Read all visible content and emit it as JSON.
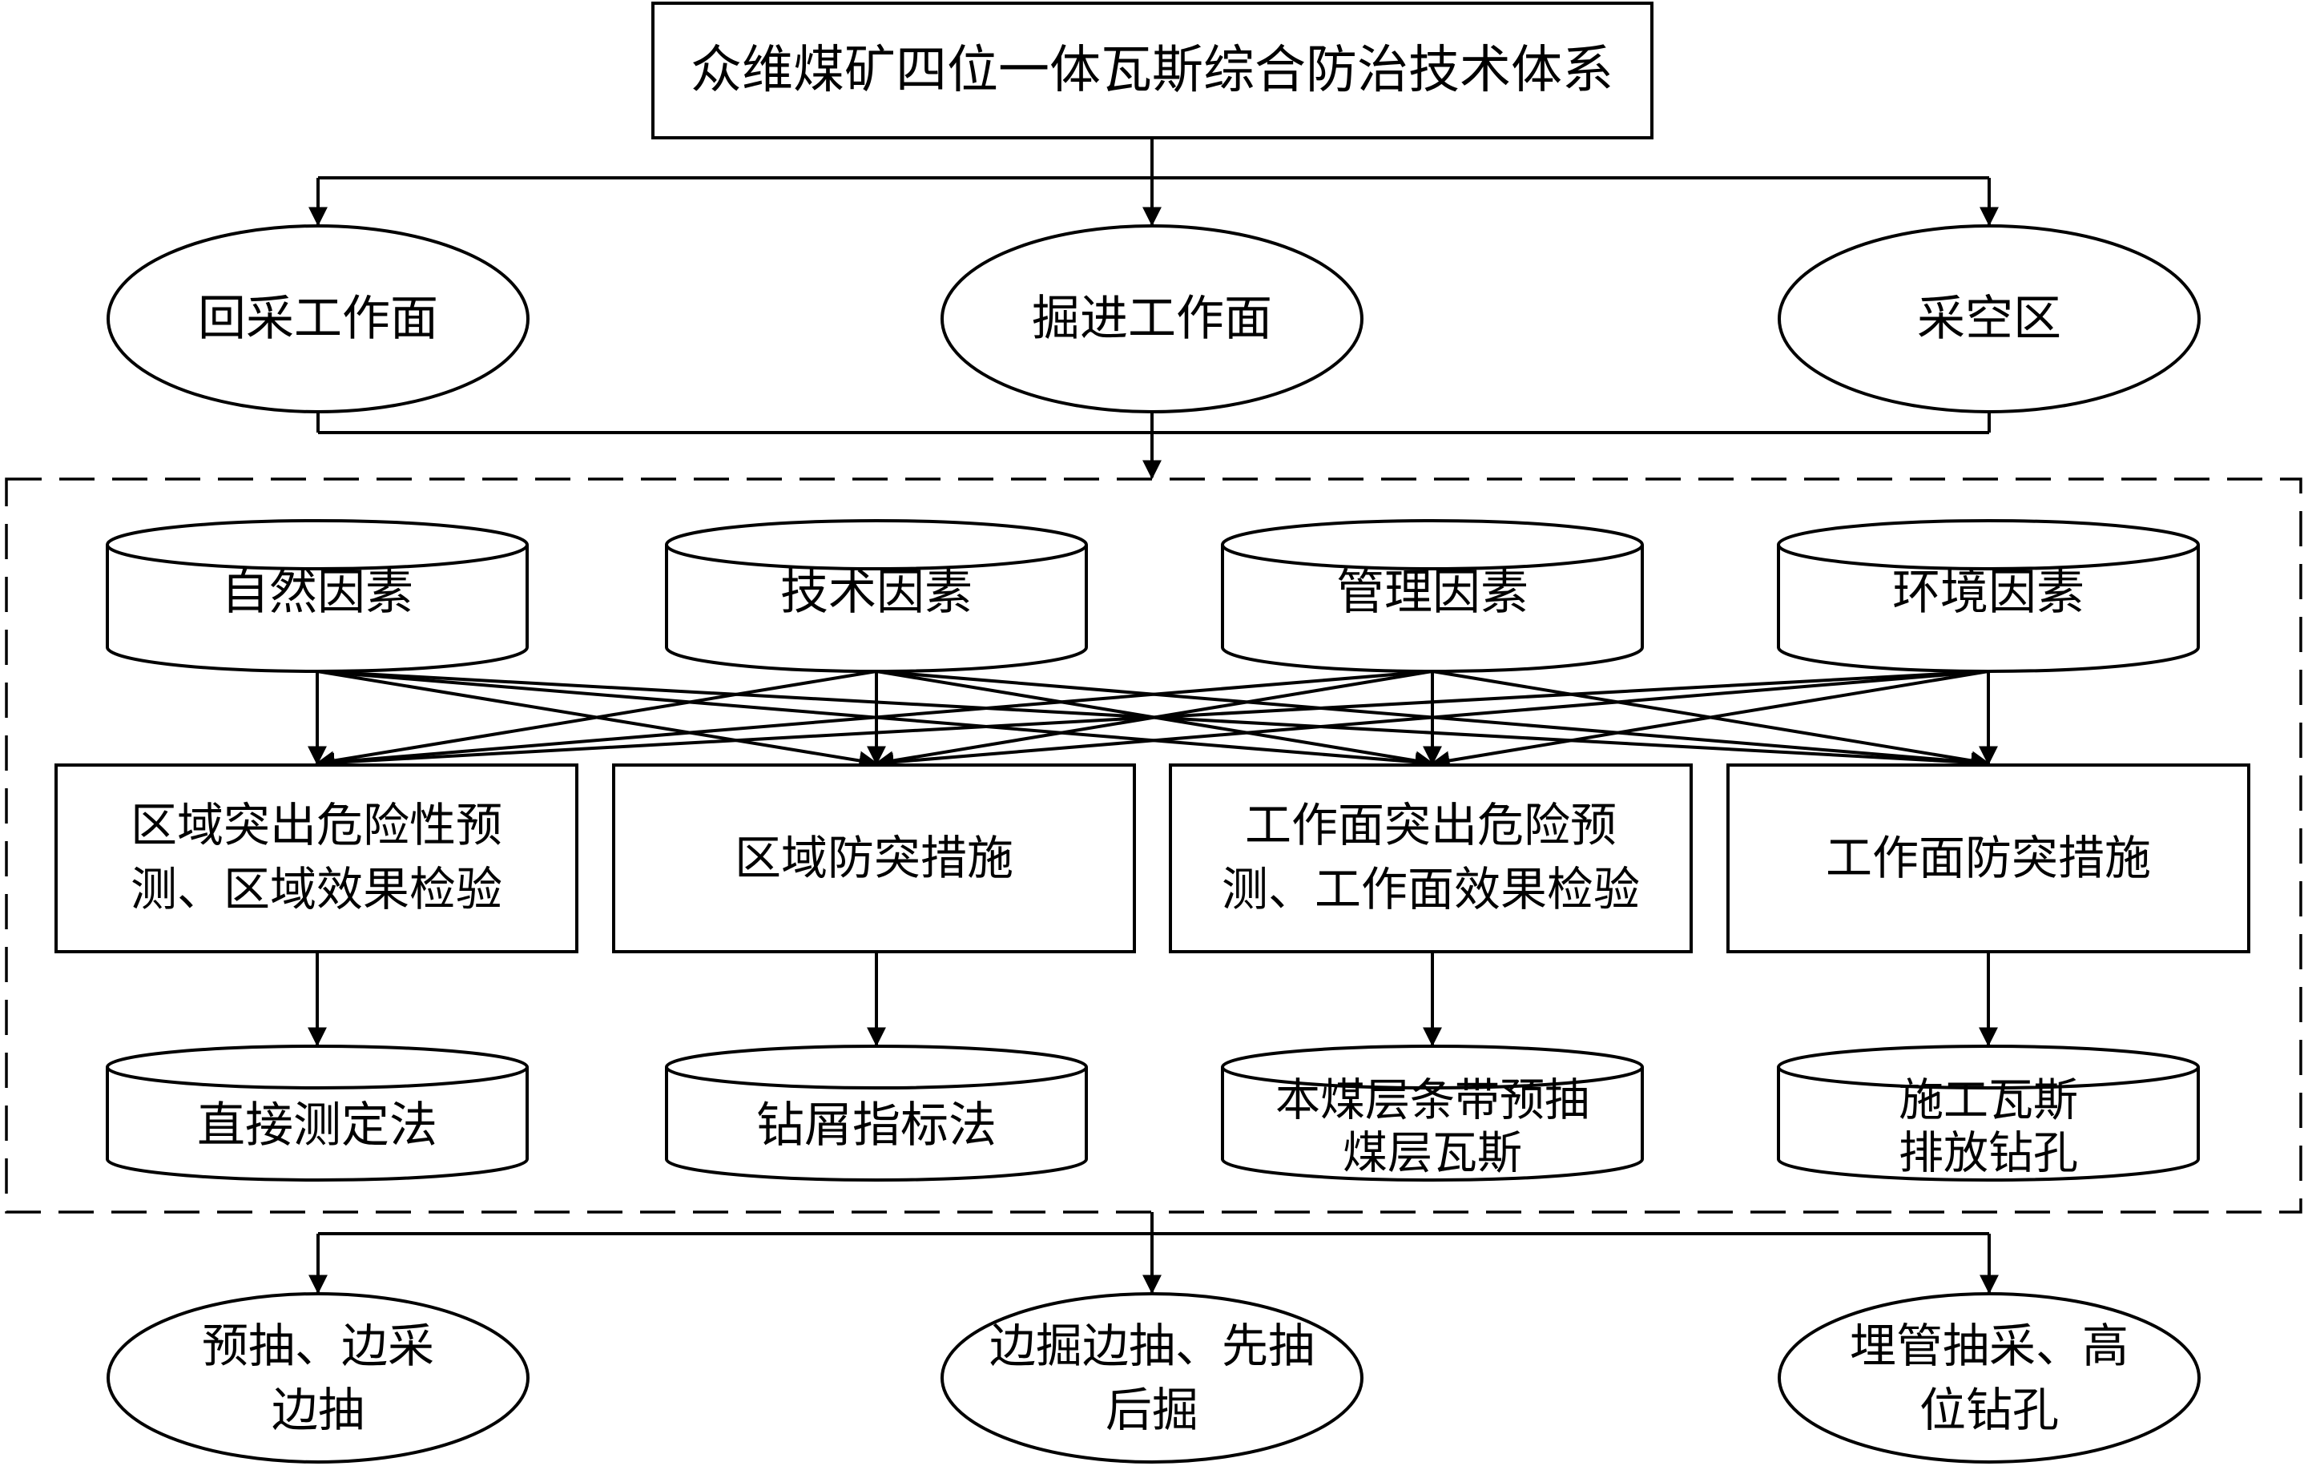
{
  "title": "众维煤矿四位一体瓦斯综合防治技术体系",
  "work_faces": [
    "回采工作面",
    "掘进工作面",
    "采空区"
  ],
  "factors": [
    "自然因素",
    "技术因素",
    "管理因素",
    "环境因素"
  ],
  "measures": [
    [
      "区域突出危险性预",
      "测、区域效果检验"
    ],
    [
      "区域防突措施"
    ],
    [
      "工作面突出危险预",
      "测、工作面效果检验"
    ],
    [
      "工作面防突措施"
    ]
  ],
  "methods": [
    [
      "直接测定法"
    ],
    [
      "钻屑指标法"
    ],
    [
      "本煤层条带预抽",
      "煤层瓦斯"
    ],
    [
      "施工瓦斯",
      "排放钻孔"
    ]
  ],
  "extraction": [
    [
      "预抽、边采",
      "边抽"
    ],
    [
      "边掘边抽、先抽",
      "后掘"
    ],
    [
      "埋管抽采、高",
      "位钻孔"
    ]
  ]
}
